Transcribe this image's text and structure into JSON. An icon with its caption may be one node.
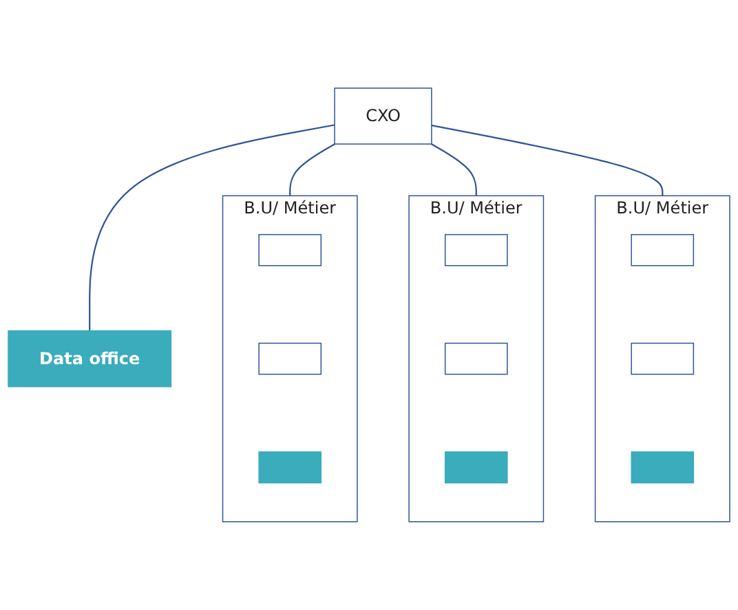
{
  "diagram": {
    "nodes": [
      {
        "text": [
          "CXO"
        ]
      },
      {
        "text": [
          "Data office"
        ]
      },
      {
        "text": [
          "B.U/ Métier"
        ]
      },
      {
        "text": [],
        "shape": "box",
        "in": 2
      },
      {
        "text": [],
        "shape": "box",
        "in": 2
      },
      {
        "text": [],
        "shape": "box",
        "in": 2
      },
      {
        "text": [
          "B.U/ Métier"
        ]
      },
      {
        "text": [],
        "shape": "box",
        "in": 6
      },
      {
        "text": [],
        "shape": "box",
        "in": 6
      },
      {
        "text": [],
        "shape": "box",
        "in": 6
      },
      {
        "text": [
          "B.U/ Métier"
        ]
      },
      {
        "text": [],
        "shape": "box",
        "in": 10
      },
      {
        "text": [],
        "shape": "box",
        "in": 10
      },
      {
        "text": [],
        "shape": "box",
        "in": 10
      }
    ],
    "edges": [
      {
        "from": 0,
        "to": 1,
        "arrow": "none"
      },
      {
        "from": 0,
        "to": 2,
        "arrow": "none"
      },
      {
        "from": 0,
        "to": 6,
        "arrow": "none"
      },
      {
        "from": 0,
        "to": 10,
        "arrow": "none"
      }
    ]
  }
}
